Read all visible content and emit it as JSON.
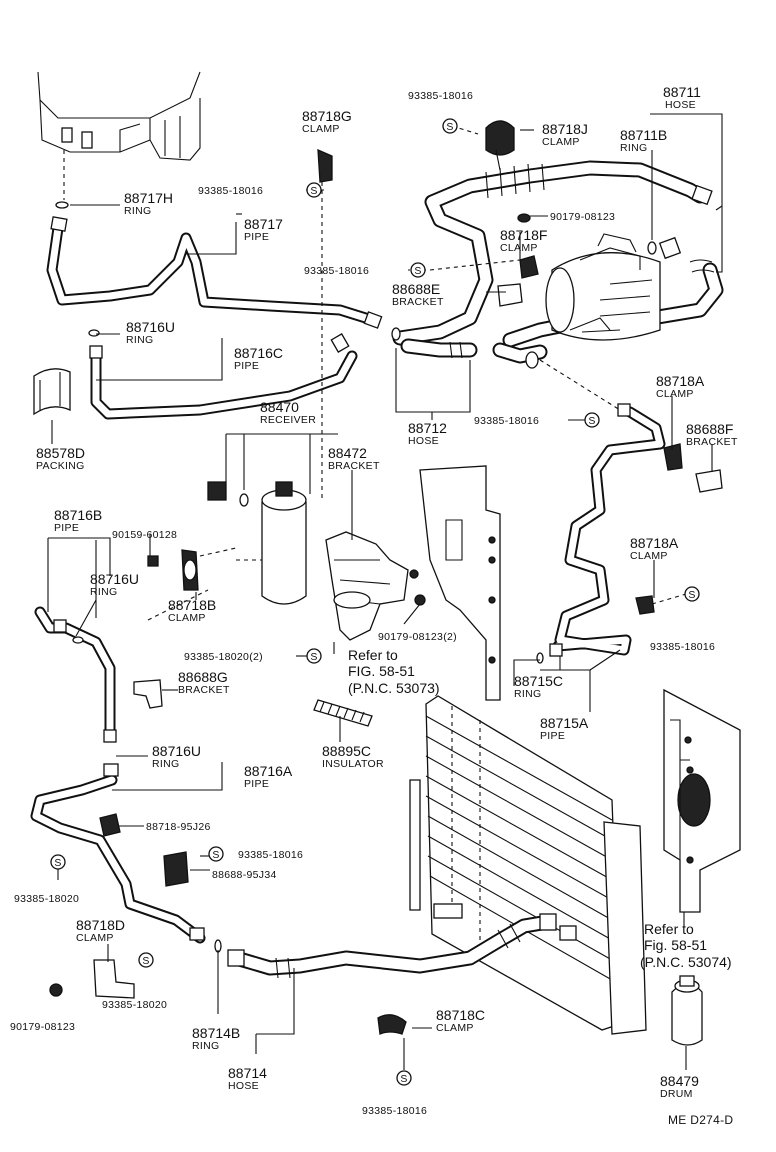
{
  "parts": {
    "p88711": {
      "num": "88711",
      "name": "HOSE"
    },
    "p88711b": {
      "num": "88711B",
      "name": "RING"
    },
    "p88718j": {
      "num": "88718J",
      "name": "CLAMP"
    },
    "p88718g": {
      "num": "88718G",
      "name": "CLAMP"
    },
    "p88717h": {
      "num": "88717H",
      "name": "RING"
    },
    "p88717": {
      "num": "88717",
      "name": "PIPE"
    },
    "p88718f": {
      "num": "88718F",
      "name": "CLAMP"
    },
    "p88688e": {
      "num": "88688E",
      "name": "BRACKET"
    },
    "p88716u_top": {
      "num": "88716U",
      "name": "RING"
    },
    "p88716c": {
      "num": "88716C",
      "name": "PIPE"
    },
    "p88578d": {
      "num": "88578D",
      "name": "PACKING"
    },
    "p88470": {
      "num": "88470",
      "name": "RECEIVER"
    },
    "p88472": {
      "num": "88472",
      "name": "BRACKET"
    },
    "p88712": {
      "num": "88712",
      "name": "HOSE"
    },
    "p88718a_top": {
      "num": "88718A",
      "name": "CLAMP"
    },
    "p88688f": {
      "num": "88688F",
      "name": "BRACKET"
    },
    "p88716b": {
      "num": "88716B",
      "name": "PIPE"
    },
    "p88716u_mid": {
      "num": "88716U",
      "name": "RING"
    },
    "p88718b": {
      "num": "88718B",
      "name": "CLAMP"
    },
    "p88718a_mid": {
      "num": "88718A",
      "name": "CLAMP"
    },
    "p88688g": {
      "num": "88688G",
      "name": "BRACKET"
    },
    "p88715c": {
      "num": "88715C",
      "name": "RING"
    },
    "p88715a": {
      "num": "88715A",
      "name": "PIPE"
    },
    "p88895c": {
      "num": "88895C",
      "name": "INSULATOR"
    },
    "p88716u_low": {
      "num": "88716U",
      "name": "RING"
    },
    "p88716a": {
      "num": "88716A",
      "name": "PIPE"
    },
    "p88718d": {
      "num": "88718D",
      "name": "CLAMP"
    },
    "p88714b": {
      "num": "88714B",
      "name": "RING"
    },
    "p88714": {
      "num": "88714",
      "name": "HOSE"
    },
    "p88718c": {
      "num": "88718C",
      "name": "CLAMP"
    },
    "p88479": {
      "num": "88479",
      "name": "DRUM"
    }
  },
  "fasteners": {
    "f1": "93385-18016",
    "f2": "93385-18016",
    "f3": "90179-08123",
    "f4": "93385-18016",
    "f5": "93385-18016",
    "f6": "90159-60128",
    "f7": "93385-18016",
    "f8": "93385-18020(2)",
    "f9": "90179-08123(2)",
    "f10": "88718-95J26",
    "f11": "93385-18016",
    "f12": "88688-95J34",
    "f13": "93385-18020",
    "f14": "93385-18020",
    "f15": "90179-08123",
    "f16": "93385-18016"
  },
  "refs": {
    "r1": [
      "Refer to",
      "FIG. 58-51",
      "(P.N.C. 53073)"
    ],
    "r2": [
      "Refer to",
      "Fig. 58-51",
      "(P.N.C. 53074)"
    ]
  },
  "s_marker": "S",
  "diagram_code": "ME  D274-D"
}
